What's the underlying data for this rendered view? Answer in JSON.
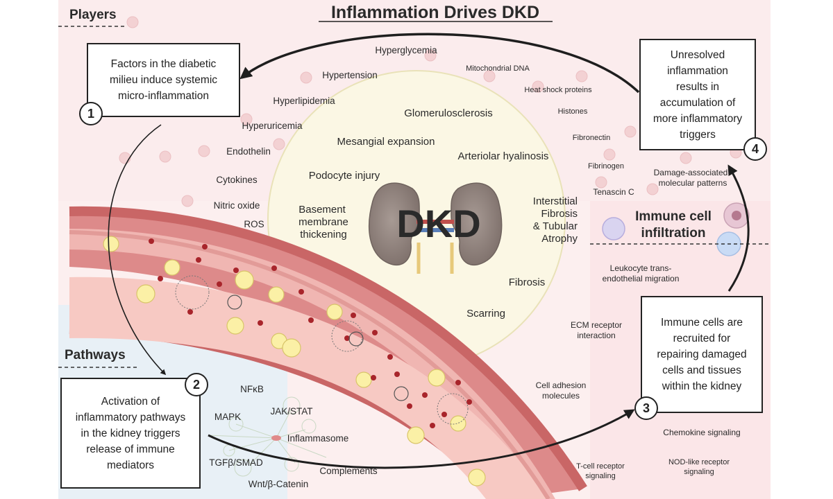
{
  "title": "Inflammation Drives DKD",
  "sections": {
    "players": "Players",
    "pathways": "Pathways",
    "immune_infiltration": [
      "Immune cell",
      "infiltration"
    ]
  },
  "steps": [
    {
      "number": "1",
      "lines": [
        "Factors in the diabetic",
        "milieu induce systemic",
        "micro-inflammation"
      ]
    },
    {
      "number": "2",
      "lines": [
        "Activation of",
        "inflammatory pathways",
        "in the kidney triggers",
        "release of immune",
        "mediators"
      ]
    },
    {
      "number": "3",
      "lines": [
        "Immune cells are",
        "recruited for",
        "repairing damaged",
        "cells and tissues",
        "within the kidney"
      ]
    },
    {
      "number": "4",
      "lines": [
        "Unresolved",
        "inflammation",
        "results in",
        "accumulation of",
        "more inflammatory",
        "triggers"
      ]
    }
  ],
  "center": {
    "label": "DKD",
    "lesions": {
      "glomerulosclerosis": "Glomerulosclerosis",
      "mesangial": "Mesangial expansion",
      "arteriolar": "Arteriolar hyalinosis",
      "podocyte": "Podocyte injury",
      "basement": [
        "Basement",
        "membrane",
        "thickening"
      ],
      "interstitial": [
        "Interstitial",
        "Fibrosis",
        "& Tubular",
        "Atrophy"
      ],
      "fibrosis": "Fibrosis",
      "scarring": "Scarring"
    }
  },
  "players": {
    "hyperglycemia": "Hyperglycemia",
    "hypertension": "Hypertension",
    "hyperlipidemia": "Hyperlipidemia",
    "hyperuricemia": "Hyperuricemia",
    "endothelin": "Endothelin",
    "cytokines": "Cytokines",
    "nitric_oxide": "Nitric oxide",
    "ros": "ROS"
  },
  "damps": {
    "mito_dna": "Mitochondrial DNA",
    "hsp": "Heat shock proteins",
    "histones": "Histones",
    "fibronectin": "Fibronectin",
    "fibrinogen": "Fibrinogen",
    "tenascin": "Tenascin C",
    "damp_label": [
      "Damage-associated",
      "molecular patterns"
    ]
  },
  "immune_terms": {
    "leukocyte": [
      "Leukocyte trans-",
      "endothelial migration"
    ],
    "ecm": [
      "ECM receptor",
      "interaction"
    ],
    "adhesion": [
      "Cell adhesion",
      "molecules"
    ],
    "chemokine": "Chemokine signaling",
    "tcell": [
      "T-cell receptor",
      "signaling"
    ],
    "nod": [
      "NOD-like receptor",
      "signaling"
    ]
  },
  "pathways": {
    "nfkb": "NFκB",
    "mapk": "MAPK",
    "jakstat": "JAK/STAT",
    "inflammasome": "Inflammasome",
    "tgfb": "TGFβ/SMAD",
    "wnt": "Wnt/β-Catenin",
    "complements": "Complements"
  }
}
